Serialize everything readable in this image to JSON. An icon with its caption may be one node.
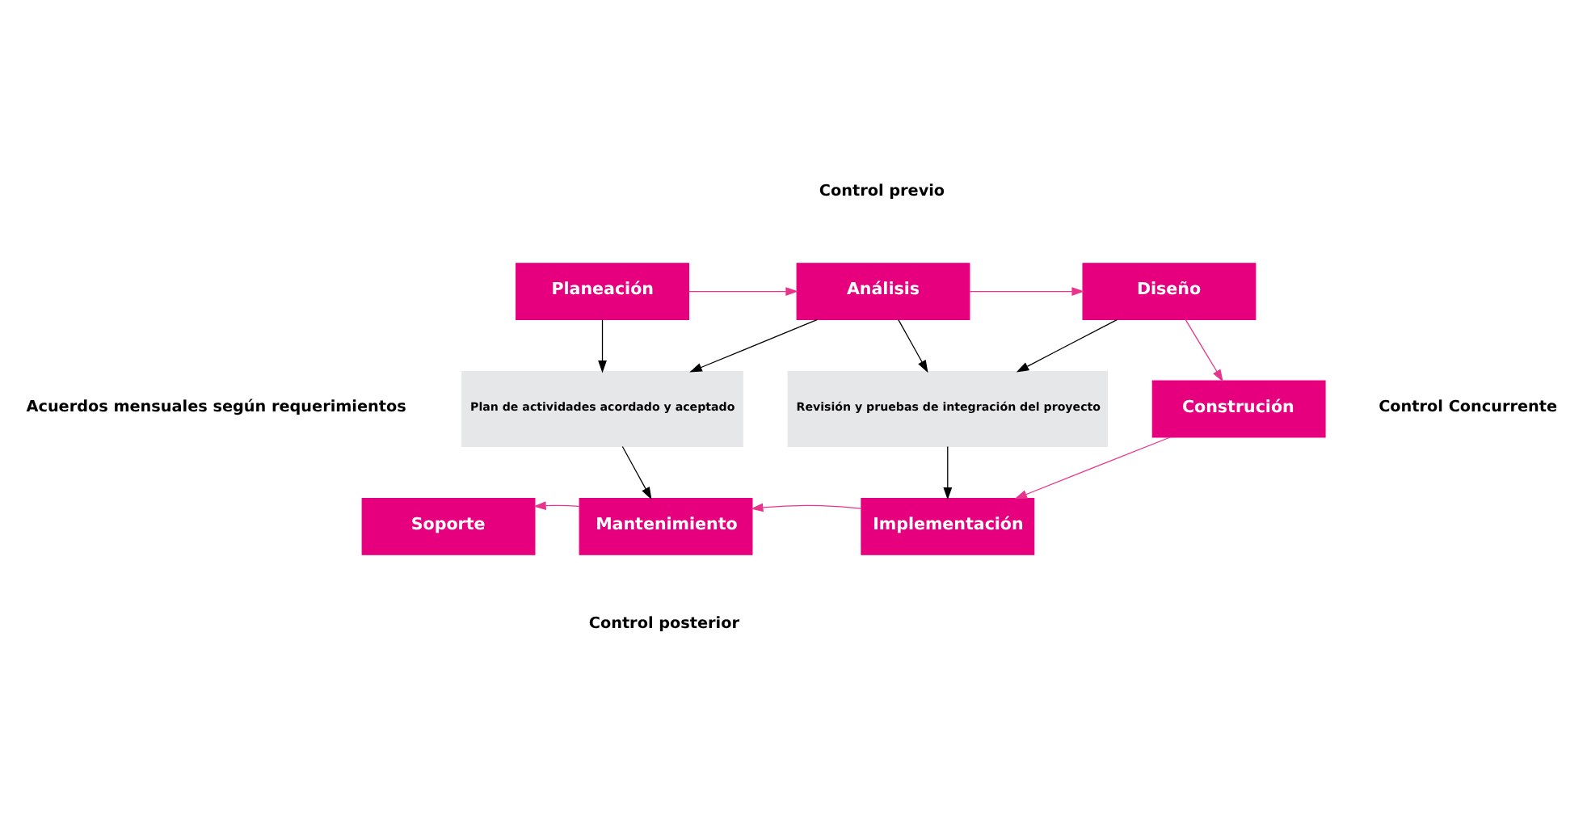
{
  "diagram": {
    "nodes": [
      {
        "text": [
          "Planeación"
        ]
      },
      {
        "text": [
          "Análisis"
        ]
      },
      {
        "text": [
          "Diseño"
        ]
      },
      {
        "text": [
          "Plan de actividades acordado y aceptado"
        ]
      },
      {
        "text": [
          "Revisión y pruebas de integración del proyecto"
        ]
      },
      {
        "text": [
          "Construción"
        ]
      },
      {
        "text": [
          "Soporte"
        ]
      },
      {
        "text": [
          "Mantenimiento"
        ]
      },
      {
        "text": [
          "Implementación"
        ]
      }
    ],
    "edges": [
      {
        "from": 0,
        "to": 1,
        "arrow": "to",
        "color": "#e8348c"
      },
      {
        "from": 1,
        "to": 2,
        "arrow": "to",
        "color": "#e8348c"
      },
      {
        "from": 2,
        "to": 5,
        "arrow": "to",
        "color": "#e8348c"
      },
      {
        "from": 0,
        "to": 3,
        "arrow": "to",
        "color": "#000000"
      },
      {
        "from": 1,
        "to": 3,
        "arrow": "to",
        "color": "#000000"
      },
      {
        "from": 1,
        "to": 4,
        "arrow": "to",
        "color": "#000000"
      },
      {
        "from": 2,
        "to": 4,
        "arrow": "to",
        "color": "#000000"
      },
      {
        "from": 3,
        "to": 7,
        "arrow": "to",
        "color": "#000000"
      },
      {
        "from": 4,
        "to": 8,
        "arrow": "to",
        "color": "#000000"
      },
      {
        "from": 5,
        "to": 8,
        "arrow": "to",
        "color": "#e8348c"
      },
      {
        "from": 8,
        "to": 7,
        "arrow": "to",
        "color": "#e8348c"
      },
      {
        "from": 7,
        "to": 6,
        "arrow": "to",
        "color": "#e8348c"
      }
    ],
    "labels": [
      "Control previo",
      "Acuerdos mensuales según requerimientos",
      "Control Concurrente",
      "Control posterior"
    ]
  }
}
